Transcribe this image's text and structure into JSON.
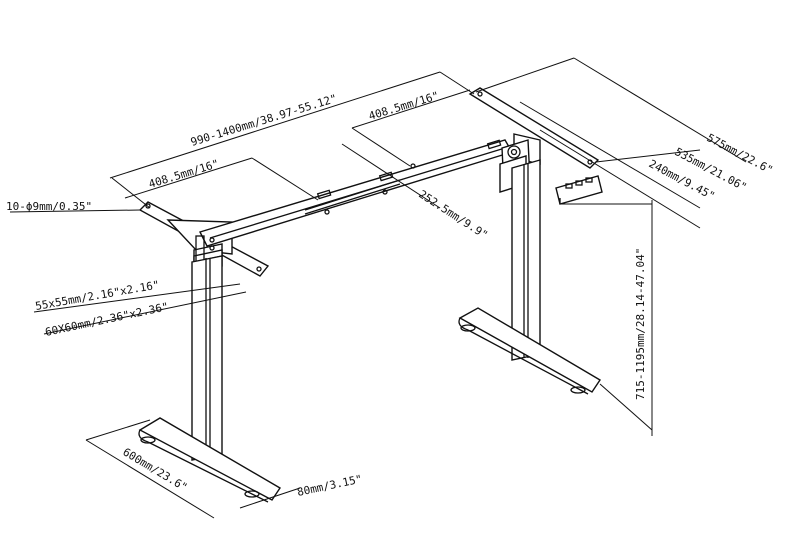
{
  "dimensions": {
    "width_range": "990-1400mm/38.97-55.12\"",
    "left_extension": "408.5mm/16\"",
    "right_extension": "408.5mm/16\"",
    "foot_hole": "10-ϕ9mm/0.35\"",
    "beam_depth": "252.5mm/9.9\"",
    "top_depth_575": "575mm/22.6\"",
    "top_depth_535": "535mm/21.06\"",
    "top_depth_240": "240mm/9.45\"",
    "height_range": "715-1195mm/28.14-47.04\"",
    "inner_column": "55x55mm/2.16\"x2.16\"",
    "outer_column": "60X60mm/2.36\"x2.36\"",
    "foot_length": "600mm/23.6\"",
    "foot_width": "80mm/3.15\""
  }
}
